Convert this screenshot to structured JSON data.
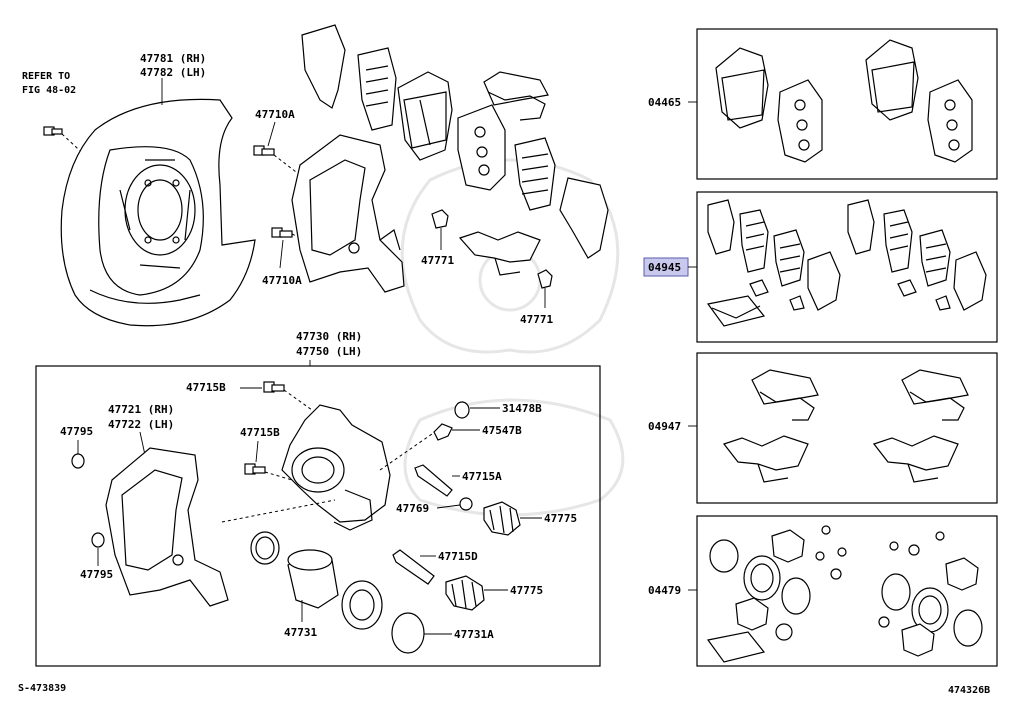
{
  "diagram": {
    "refer_to": [
      "REFER TO",
      "FIG 48-02"
    ],
    "labels": {
      "p47781": "47781 (RH)",
      "p47782": "47782 (LH)",
      "p47710a_top": "47710A",
      "p47710a_bot": "47710A",
      "p47771_a": "47771",
      "p47771_b": "47771",
      "p47730": "47730 (RH)",
      "p47750": "47750 (LH)",
      "p47715b_top": "47715B",
      "p47715b_mid": "47715B",
      "p47721": "47721 (RH)",
      "p47722": "47722 (LH)",
      "p47795_a": "47795",
      "p47795_b": "47795",
      "p31478b": "31478B",
      "p47547b": "47547B",
      "p47715a": "47715A",
      "p47769": "47769",
      "p47775_a": "47775",
      "p47715d": "47715D",
      "p47775_b": "47775",
      "p47731": "47731",
      "p47731a": "47731A",
      "p04465": "04465",
      "p04945": "04945",
      "p04947": "04947",
      "p04479": "04479"
    },
    "footer_left": "S-473839",
    "footer_right": "474326B",
    "highlight_color": "#c9c9ee"
  }
}
